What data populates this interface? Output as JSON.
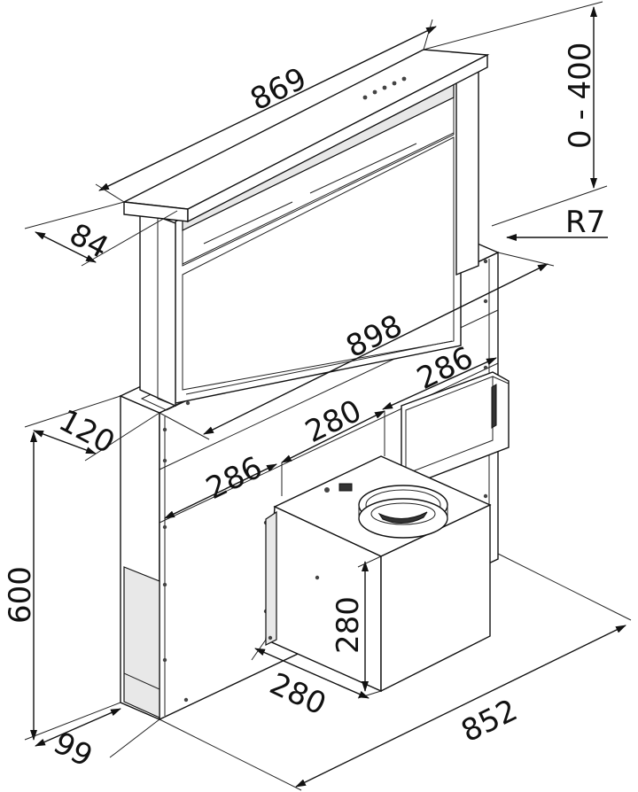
{
  "dimensions": {
    "width_top": "869",
    "lift_range": "0 - 400",
    "depth_top": "84",
    "radius": "R7",
    "width_body": "898",
    "body_depth": "120",
    "side_offset_right": "286",
    "center_spacing": "280",
    "side_offset_left": "286",
    "height": "600",
    "fan_height": "280",
    "fan_width": "280",
    "base_depth": "99",
    "base_width": "852"
  }
}
